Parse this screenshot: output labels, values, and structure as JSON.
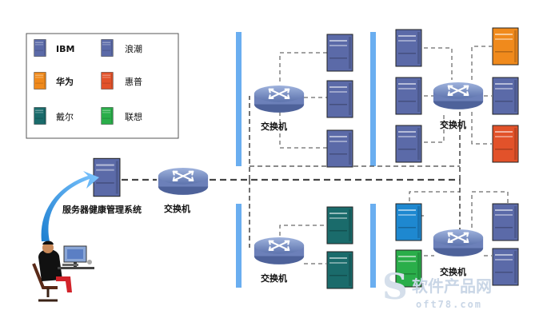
{
  "legend": {
    "items": [
      {
        "label": "IBM",
        "color": "#5b6aa8"
      },
      {
        "label": "浪潮",
        "color": "#5b6aa8"
      },
      {
        "label": "华为",
        "color": "#f08a1c"
      },
      {
        "label": "惠普",
        "color": "#e2522a"
      },
      {
        "label": "戴尔",
        "color": "#1a6b6b"
      },
      {
        "label": "联想",
        "color": "#2aae4a"
      }
    ]
  },
  "labels": {
    "monitor_system": "服务器健康管理系统",
    "switch_main": "交换机",
    "switch_top_left": "交换机",
    "switch_top_right": "交换机",
    "switch_bottom_left": "交换机",
    "switch_bottom_right": "交换机"
  },
  "watermark": {
    "title": "软件产品网",
    "sub": "oft78.com"
  },
  "colors": {
    "bus": "#6aaef0",
    "link": "#444444",
    "switch_body": "#7e93c5"
  }
}
